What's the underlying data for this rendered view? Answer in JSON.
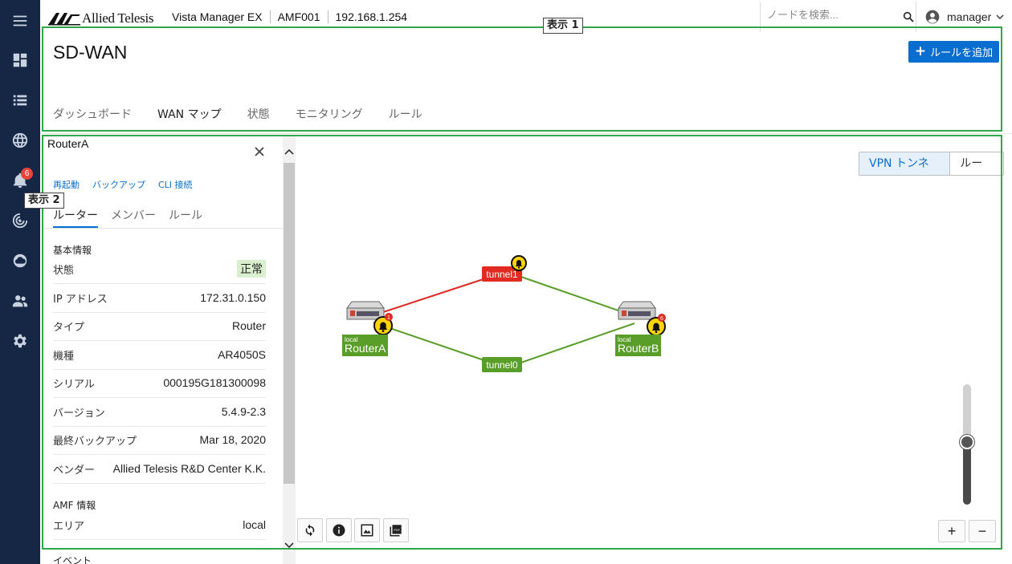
{
  "app": {
    "brand": "Allied Telesis",
    "product": "Vista Manager EX",
    "device": "AMF001",
    "ip": "192.168.1.254"
  },
  "search": {
    "placeholder": "ノードを検索..."
  },
  "user": {
    "name": "manager"
  },
  "sidebar": {
    "items": [
      {
        "icon": "menu-icon"
      },
      {
        "icon": "dashboard-icon"
      },
      {
        "icon": "list-icon"
      },
      {
        "icon": "globe-icon"
      },
      {
        "icon": "bell-icon",
        "badge": "6"
      },
      {
        "icon": "radar-icon"
      },
      {
        "icon": "cloud-icon"
      },
      {
        "icon": "people-icon"
      },
      {
        "icon": "gear-icon"
      }
    ]
  },
  "callouts": {
    "one": "表示 1",
    "two": "表示 2"
  },
  "page": {
    "title": "SD-WAN",
    "add_button": "ルールを追加",
    "tabs": [
      "ダッシュボード",
      "WAN マップ",
      "状態",
      "モニタリング",
      "ルール"
    ],
    "active_tab": "WAN マップ"
  },
  "panel": {
    "title": "RouterA",
    "actions": [
      "再起動",
      "バックアップ",
      "CLI 接続"
    ],
    "tabs": [
      "ルーター",
      "メンバー",
      "ルール"
    ],
    "basic_title": "基本情報",
    "rows": [
      {
        "k": "状態",
        "v": "正常"
      },
      {
        "k": "IP アドレス",
        "v": "172.31.0.150"
      },
      {
        "k": "タイプ",
        "v": "Router"
      },
      {
        "k": "機種",
        "v": "AR4050S"
      },
      {
        "k": "シリアル",
        "v": "000195G181300098"
      },
      {
        "k": "バージョン",
        "v": "5.4.9-2.3"
      },
      {
        "k": "最終バックアップ",
        "v": "Mar 18, 2020"
      },
      {
        "k": "ベンダー",
        "v": "Allied Telesis R&D Center K.K."
      }
    ],
    "amf_title": "AMF 情報",
    "amf_rows": [
      {
        "k": "エリア",
        "v": "local"
      }
    ],
    "events_title": "イベント"
  },
  "map": {
    "toggle": [
      "VPN トンネル",
      "ルール"
    ],
    "nodes": [
      {
        "area": "local",
        "name": "RouterA",
        "alerts": "1"
      },
      {
        "area": "local",
        "name": "RouterB",
        "alerts": "6"
      }
    ],
    "tunnels": [
      {
        "name": "tunnel1",
        "status": "down",
        "color": "#e02a22"
      },
      {
        "name": "tunnel0",
        "status": "up",
        "color": "#5a9e2a"
      }
    ],
    "tools": [
      "refresh-icon",
      "info-icon",
      "image-export-icon",
      "pdf-export-icon"
    ],
    "zoom_level": 0.52,
    "zoom_in": "+",
    "zoom_out": "−"
  },
  "colors": {
    "rail": "#152744",
    "accent": "#0a6ed1",
    "frame": "#2ea84a",
    "ok": "#5a9e2a",
    "down": "#e02a22"
  }
}
